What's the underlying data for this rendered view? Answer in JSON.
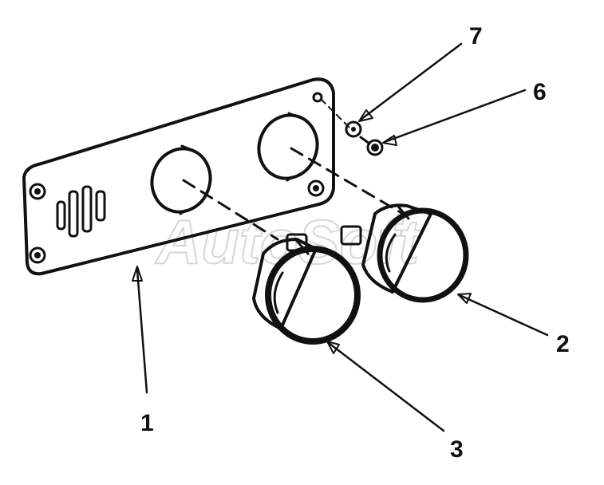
{
  "callouts": {
    "part_1": "1",
    "part_2": "2",
    "part_3": "3",
    "part_6": "6",
    "part_7": "7"
  },
  "watermark": "AutoSoft"
}
